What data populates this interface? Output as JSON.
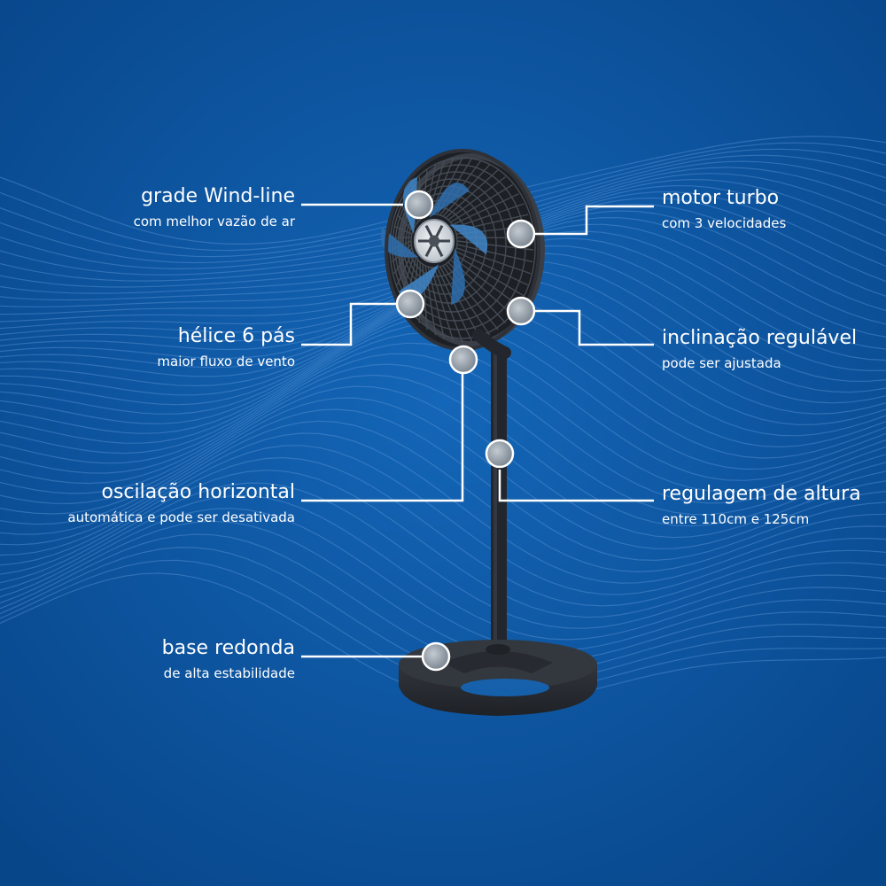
{
  "colors": {
    "background": "#0d5aa7",
    "background_dark": "#08468a",
    "wave_line": "#5b95d4",
    "fan_body": "#2b2f36",
    "fan_blade_blue": "#3f86c8",
    "callout_line": "#ffffff",
    "callout_dot": "#9aa4ae"
  },
  "features": {
    "grade": {
      "title": "grade Wind-line",
      "subtitle": "com melhor vazão de ar"
    },
    "helice": {
      "title": "hélice 6 pás",
      "subtitle": "maior fluxo de vento"
    },
    "oscilacao": {
      "title": "oscilação horizontal",
      "subtitle": "automática e pode ser desativada"
    },
    "base": {
      "title": "base redonda",
      "subtitle": "de alta estabilidade"
    },
    "motor": {
      "title": "motor turbo",
      "subtitle": "com 3 velocidades"
    },
    "inclinacao": {
      "title": "inclinação regulável",
      "subtitle": "pode ser ajustada"
    },
    "regulagem": {
      "title": "regulagem de altura",
      "subtitle": "entre 110cm e 125cm"
    }
  }
}
